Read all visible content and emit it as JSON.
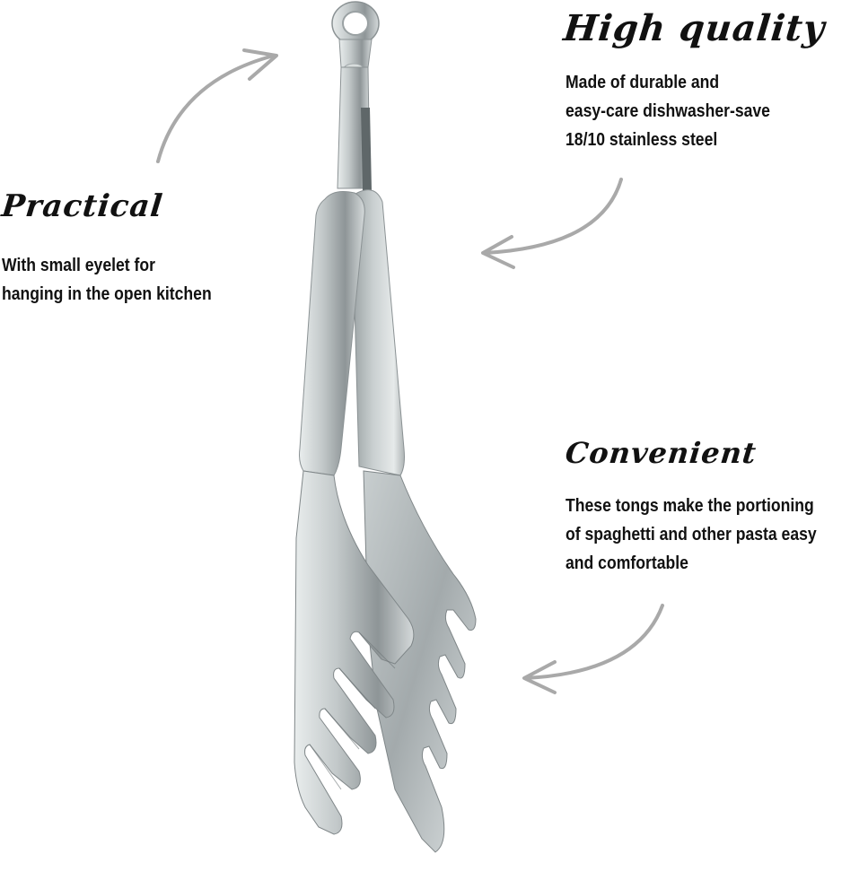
{
  "features": [
    {
      "id": "high_quality",
      "title": "High quality",
      "lines": [
        "Made of durable and",
        "easy-care dishwasher-save",
        "18/10 stainless steel"
      ]
    },
    {
      "id": "practical",
      "title": "Practical",
      "lines": [
        "With small eyelet for",
        "hanging in the open kitchen"
      ]
    },
    {
      "id": "convenient",
      "title": "Convenient",
      "lines": [
        "These tongs make the portioning",
        "of spaghetti and other pasta easy",
        "and comfortable"
      ]
    }
  ],
  "product": {
    "name": "spaghetti-tongs",
    "material_color": "#b9bfc0",
    "highlight_color": "#eef1f1",
    "shadow_color": "#7f8688"
  },
  "colors": {
    "text": "#111111",
    "arrow": "#a9a9a9",
    "background": "#ffffff"
  }
}
